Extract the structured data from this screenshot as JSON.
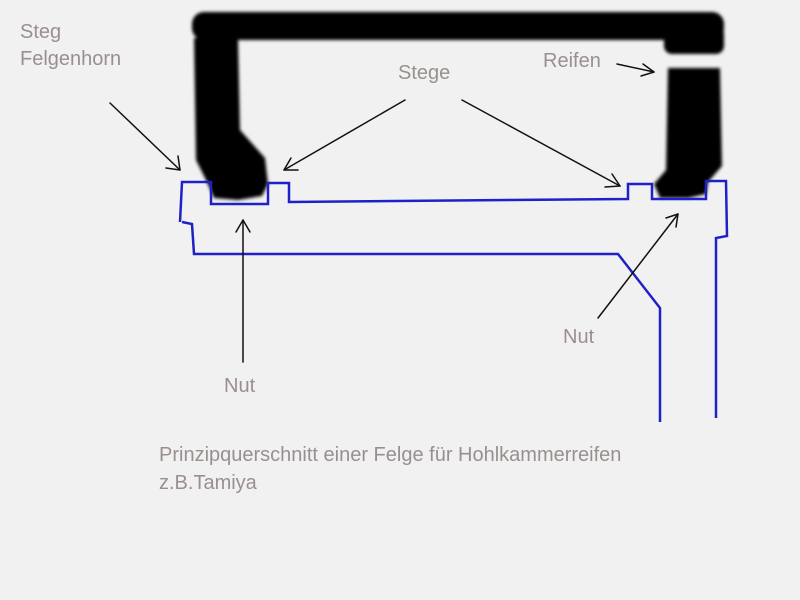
{
  "labels": {
    "steg": "Steg",
    "felgenhorn": "Felgenhorn",
    "stege": "Stege",
    "reifen": "Reifen",
    "nut_left": "Nut",
    "nut_right": "Nut"
  },
  "caption": {
    "line1": "Prinzipquerschnitt einer Felge für Hohlkammerreifen",
    "line2": "z.B.Tamiya"
  },
  "colors": {
    "rim_outline": "#2020c8",
    "tire": "#000000",
    "arrow": "#111111",
    "label_text": "#9a8f8f",
    "background": "#f2f1f1"
  }
}
